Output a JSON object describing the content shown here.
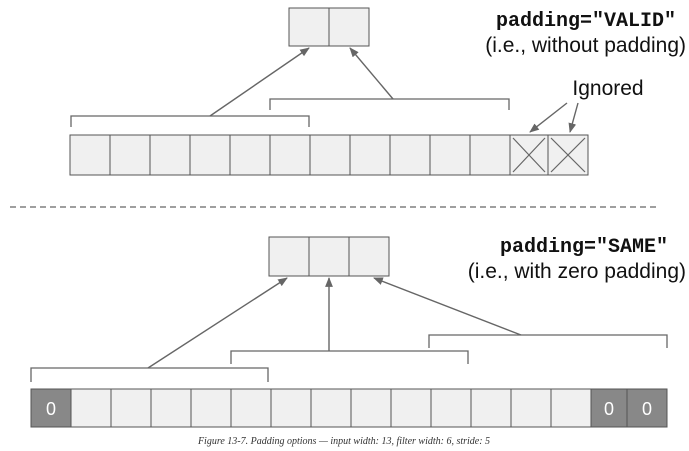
{
  "valid": {
    "title": "padding=\"VALID\"",
    "subtitle": "(i.e., without padding)",
    "ignored_label": "Ignored"
  },
  "same": {
    "title": "padding=\"SAME\"",
    "subtitle": "(i.e., with zero padding)",
    "pad_value": "0"
  },
  "caption": "Figure 13-7. Padding options — input width: 13, filter width: 6, stride: 5"
}
